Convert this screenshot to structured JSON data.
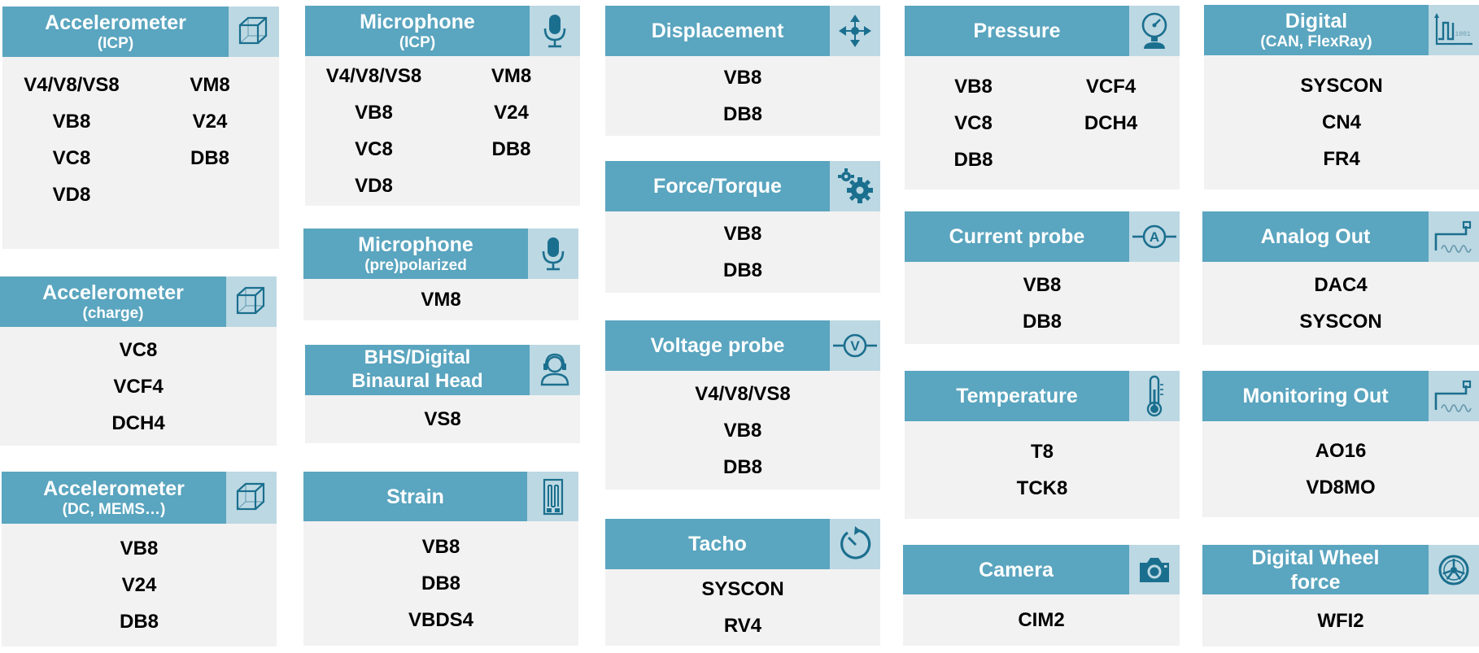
{
  "colors": {
    "header": "#5aa5bf",
    "icon_bg": "#bcd8e3",
    "body": "#f2f2f2",
    "icon": "#1b6f8e"
  },
  "cards": {
    "acc_icp": {
      "title": "Accelerometer",
      "subtitle": "(ICP)",
      "icon": "cube-icon",
      "items": [
        "V4/V8/VS8",
        "VM8",
        "VB8",
        "V24",
        "VC8",
        "DB8",
        "VD8"
      ]
    },
    "acc_charge": {
      "title": "Accelerometer",
      "subtitle": "(charge)",
      "icon": "cube-icon",
      "items": [
        "VC8",
        "VCF4",
        "DCH4"
      ]
    },
    "acc_dc": {
      "title": "Accelerometer",
      "subtitle": "(DC, MEMS…)",
      "icon": "cube-icon",
      "items": [
        "VB8",
        "V24",
        "DB8"
      ]
    },
    "mic_icp": {
      "title": "Microphone",
      "subtitle": "(ICP)",
      "icon": "microphone-icon",
      "items": [
        "V4/V8/VS8",
        "VM8",
        "VB8",
        "V24",
        "VC8",
        "DB8",
        "VD8"
      ]
    },
    "mic_pre": {
      "title": "Microphone",
      "subtitle": "(pre)polarized",
      "icon": "microphone-icon",
      "items": [
        "VM8"
      ]
    },
    "bhs": {
      "title": "BHS/Digital",
      "subtitle": "Binaural Head",
      "icon": "head-bust-icon",
      "items": [
        "VS8"
      ]
    },
    "strain": {
      "title": "Strain",
      "icon": "strain-gauge-icon",
      "items": [
        "VB8",
        "DB8",
        "VBDS4"
      ]
    },
    "displacement": {
      "title": "Displacement",
      "icon": "move-arrows-icon",
      "items": [
        "VB8",
        "DB8"
      ]
    },
    "force": {
      "title": "Force/Torque",
      "icon": "gears-icon",
      "items": [
        "VB8",
        "DB8"
      ]
    },
    "voltage": {
      "title": "Voltage probe",
      "icon": "voltmeter-icon",
      "items": [
        "V4/V8/VS8",
        "VB8",
        "DB8"
      ]
    },
    "tacho": {
      "title": "Tacho",
      "icon": "rotation-icon",
      "items": [
        "SYSCON",
        "RV4"
      ]
    },
    "pressure": {
      "title": "Pressure",
      "icon": "pressure-gauge-icon",
      "items": [
        "VB8",
        "VCF4",
        "VC8",
        "DCH4",
        "DB8"
      ]
    },
    "current": {
      "title": "Current probe",
      "icon": "ammeter-icon",
      "items": [
        "VB8",
        "DB8"
      ]
    },
    "temperature": {
      "title": "Temperature",
      "icon": "thermometer-icon",
      "items": [
        "T8",
        "TCK8"
      ]
    },
    "camera": {
      "title": "Camera",
      "icon": "camera-icon",
      "items": [
        "CIM2"
      ]
    },
    "digital": {
      "title": "Digital",
      "subtitle": "(CAN, FlexRay)",
      "icon": "digital-signal-icon",
      "items": [
        "SYSCON",
        "CN4",
        "FR4"
      ]
    },
    "analog_out": {
      "title": "Analog Out",
      "icon": "analog-signal-icon",
      "items": [
        "DAC4",
        "SYSCON"
      ]
    },
    "monitoring_out": {
      "title": "Monitoring Out",
      "icon": "analog-signal-icon",
      "items": [
        "AO16",
        "VD8MO"
      ]
    },
    "wheel": {
      "title": "Digital Wheel",
      "subtitle": "force",
      "icon": "wheel-icon",
      "items": [
        "WFI2"
      ]
    }
  }
}
